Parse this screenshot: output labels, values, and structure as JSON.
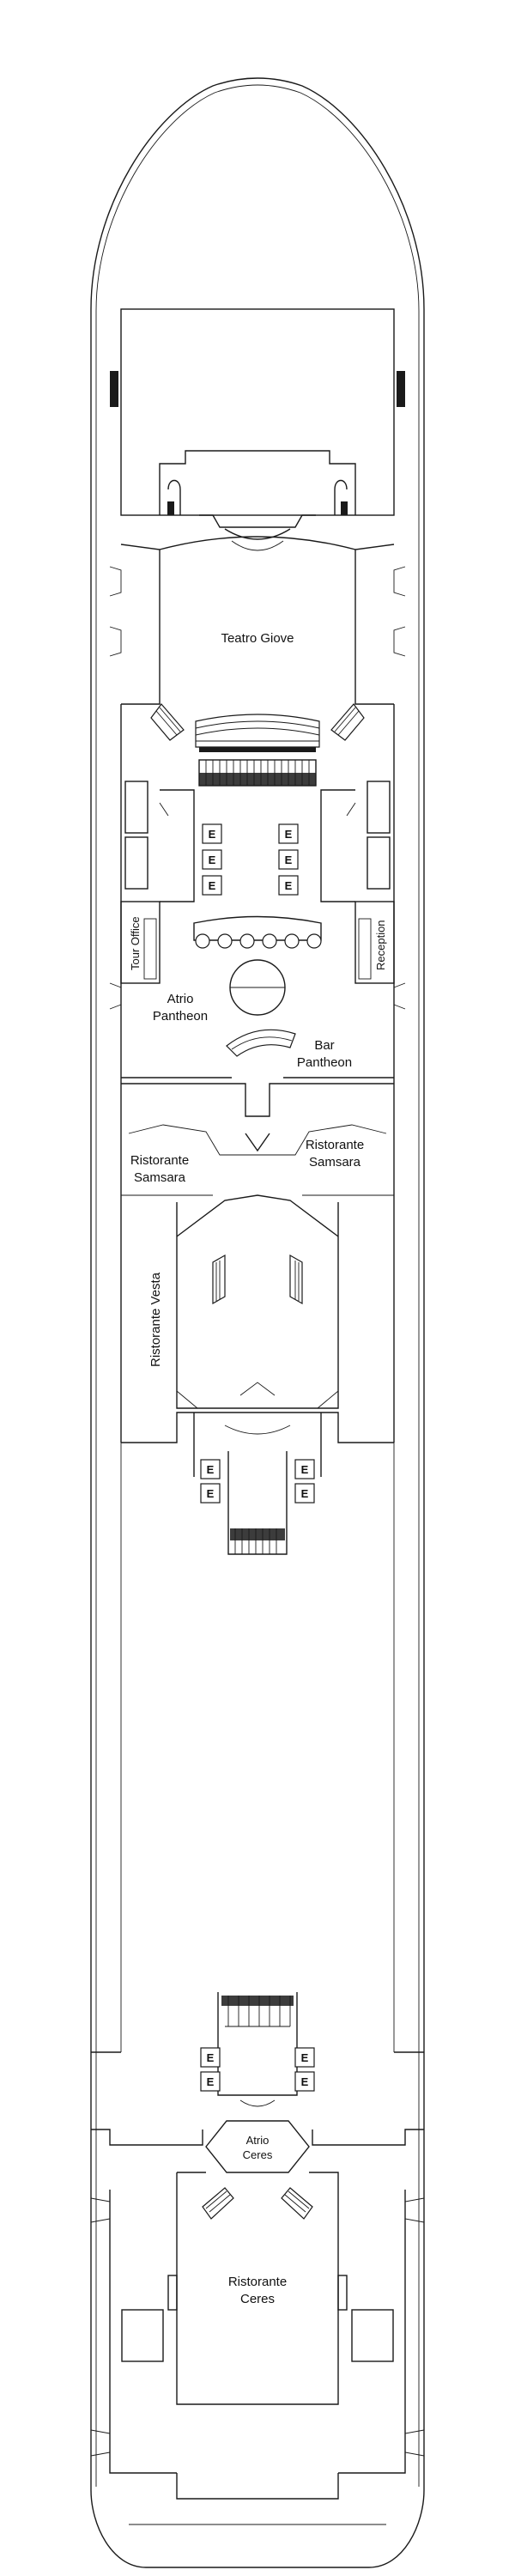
{
  "deck_plan": {
    "labels": {
      "teatro_giove": "Teatro Giove",
      "atrio_pantheon_1": "Atrio",
      "atrio_pantheon_2": "Pantheon",
      "bar_pantheon_1": "Bar",
      "bar_pantheon_2": "Pantheon",
      "tour_office": "Tour Office",
      "reception": "Reception",
      "ristorante_samsara_left_1": "Ristorante",
      "ristorante_samsara_left_2": "Samsara",
      "ristorante_samsara_right_1": "Ristorante",
      "ristorante_samsara_right_2": "Samsara",
      "ristorante_vesta": "Ristorante Vesta",
      "atrio_ceres_1": "Atrio",
      "atrio_ceres_2": "Ceres",
      "ristorante_ceres_1": "Ristorante",
      "ristorante_ceres_2": "Ceres"
    },
    "elevator_letter": "E"
  }
}
